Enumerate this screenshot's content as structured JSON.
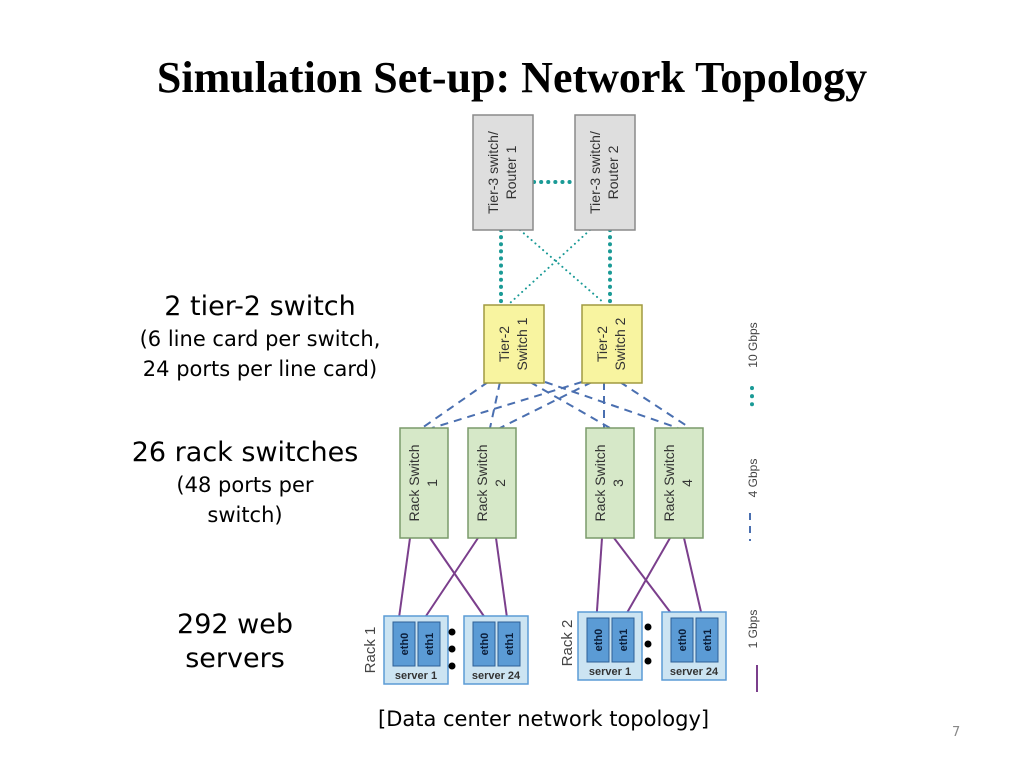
{
  "slide": {
    "title": "Simulation Set-up: Network Topology",
    "caption": "[Data center network topology]",
    "page_number": "7"
  },
  "notes": {
    "tier2": {
      "heading": "2 tier-2 switch",
      "line1": "(6 line card per switch,",
      "line2": "24 ports per line card)"
    },
    "rack": {
      "heading": "26 rack switches",
      "line1": "(48 ports per",
      "line2": "switch)"
    },
    "servers": {
      "line1": "292 web",
      "line2": "servers"
    }
  },
  "diagram": {
    "tier3": [
      {
        "line1": "Tier-3 switch/",
        "line2": "Router 1"
      },
      {
        "line1": "Tier-3 switch/",
        "line2": "Router 2"
      }
    ],
    "tier2": [
      {
        "line1": "Tier-2",
        "line2": "Switch 1"
      },
      {
        "line1": "Tier-2",
        "line2": "Switch 2"
      }
    ],
    "racks": [
      {
        "line1": "Rack Switch",
        "line2": "1"
      },
      {
        "line1": "Rack Switch",
        "line2": "2"
      },
      {
        "line1": "Rack Switch",
        "line2": "3"
      },
      {
        "line1": "Rack Switch",
        "line2": "4"
      }
    ],
    "rack_groups": [
      {
        "label": "Rack 1",
        "servers": [
          "server 1",
          "server 24"
        ]
      },
      {
        "label": "Rack 2",
        "servers": [
          "server 1",
          "server 24"
        ]
      }
    ],
    "nic_labels": [
      "eth0",
      "eth1"
    ],
    "legend": [
      {
        "label": "10 Gbps",
        "color": "#1a9a96"
      },
      {
        "label": "4 Gbps",
        "color": "#4a6fb0"
      },
      {
        "label": "1 Gbps",
        "color": "#7b3f8c"
      }
    ],
    "colors": {
      "tier3_fill": "#dedede",
      "tier2_fill": "#f8f4a0",
      "rack_fill": "#d6e8c8",
      "server_fill": "#cce4f2",
      "nic_fill": "#5b9bd5"
    }
  }
}
